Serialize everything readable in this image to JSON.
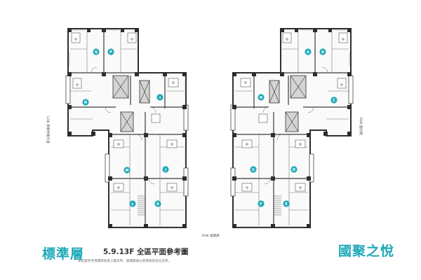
{
  "footer": {
    "title": "標準層",
    "subtitle": "5.9.13F 全區平面參考圖",
    "note": "本配置參考用實際依施工圖為準，面積數據以使用執照登記為準。",
    "brand": "國聚之悅"
  },
  "roads": {
    "left": "12米 景觀林蔭大道",
    "right": "28米 國光路",
    "bottom": "30米 福興路"
  },
  "units": {
    "west": [
      "Q",
      "P",
      "N",
      "I",
      "M",
      "J",
      "L",
      "K"
    ],
    "east": [
      "A",
      "B",
      "N",
      "C",
      "G",
      "D",
      "F",
      "E"
    ]
  },
  "colors": {
    "accent": "#1fa9b8",
    "wall": "#333333",
    "core": "#d4d4d4",
    "text": "#333333"
  }
}
